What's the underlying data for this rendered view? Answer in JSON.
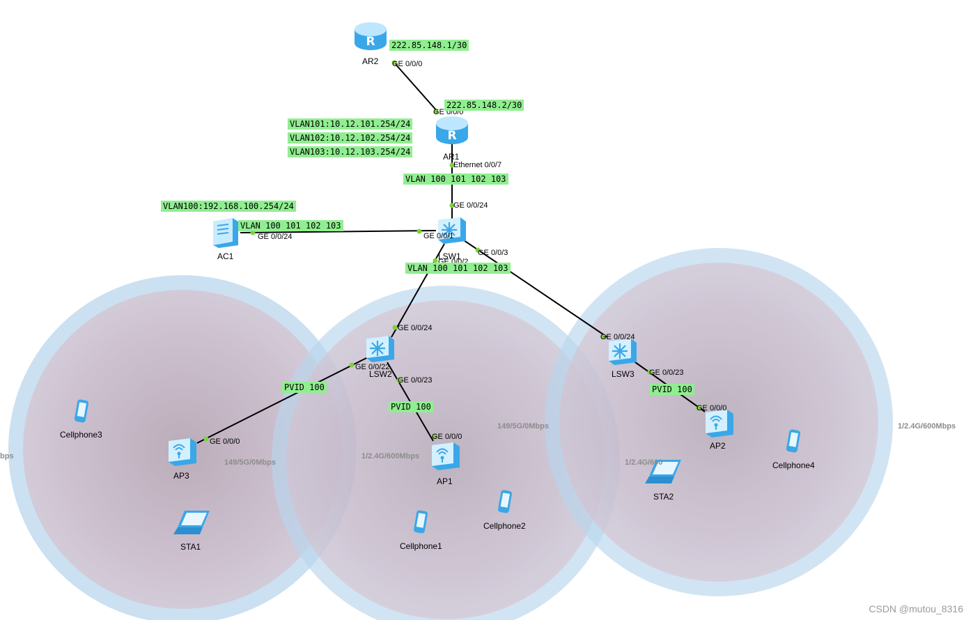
{
  "devices": {
    "ar2": "AR2",
    "ar1": "AR1",
    "lsw1": "LSW1",
    "lsw2": "LSW2",
    "lsw3": "LSW3",
    "ac1": "AC1",
    "ap1": "AP1",
    "ap2": "AP2",
    "ap3": "AP3",
    "sta1": "STA1",
    "sta2": "STA2",
    "cellphone1": "Cellphone1",
    "cellphone2": "Cellphone2",
    "cellphone3": "Cellphone3",
    "cellphone4": "Cellphone4"
  },
  "ports": {
    "ar2_ge000": "GE 0/0/0",
    "ar1_ge000": "GE 0/0/0",
    "ar1_eth007": "Ethernet 0/0/7",
    "lsw1_ge0024": "GE 0/0/24",
    "lsw1_ge001": "GE 0/0/1",
    "lsw1_ge002": "GE 0/0/2",
    "lsw1_ge003": "GE 0/0/3",
    "ac1_ge0024": "GE 0/0/24",
    "lsw2_ge0024": "GE 0/0/24",
    "lsw2_ge0022": "GE 0/0/22",
    "lsw2_ge0023": "GE 0/0/23",
    "lsw3_ge0024": "GE 0/0/24",
    "lsw3_ge0023": "GE 0/0/23",
    "ap1_ge000": "GE 0/0/0",
    "ap2_ge000": "GE 0/0/0",
    "ap3_ge000": "GE 0/0/0"
  },
  "tags": {
    "ar2_ip": "222.85.148.1/30",
    "ar1_ip": "222.85.148.2/30",
    "vlan101_ip": "VLAN101:10.12.101.254/24",
    "vlan102_ip": "VLAN102:10.12.102.254/24",
    "vlan103_ip": "VLAN103:10.12.103.254/24",
    "ar1_lsw1_vlans": "VLAN 100 101 102 103",
    "vlan100_ip": "VLAN100:192.168.100.254/24",
    "ac1_lsw1_vlans": "VLAN 100 101 102 103",
    "lsw1_down_vlans": "VLAN 100 101 102 103",
    "pvid_ap3": "PVID 100",
    "pvid_ap1": "PVID 100",
    "pvid_ap2": "PVID 100"
  },
  "rates": {
    "left_edge": "bps",
    "ap3_5g": "149/5G/0Mbps",
    "ap1_24g": "1/2.4G/600Mbps",
    "ap1_5g": "149/5G/0Mbps",
    "ap2_24g_partial": "1/2.4G/600",
    "ap2_24g": "1/2.4G/600Mbps"
  },
  "colors": {
    "link": "#000000",
    "port_dot": "#7fd13b",
    "tag_bg": "#90ee90",
    "coverage_outer": "#b9d6ec",
    "coverage_inner": "#c8a6b8",
    "device_blue": "#3aa7e8"
  },
  "watermark": "CSDN @mutou_8316"
}
